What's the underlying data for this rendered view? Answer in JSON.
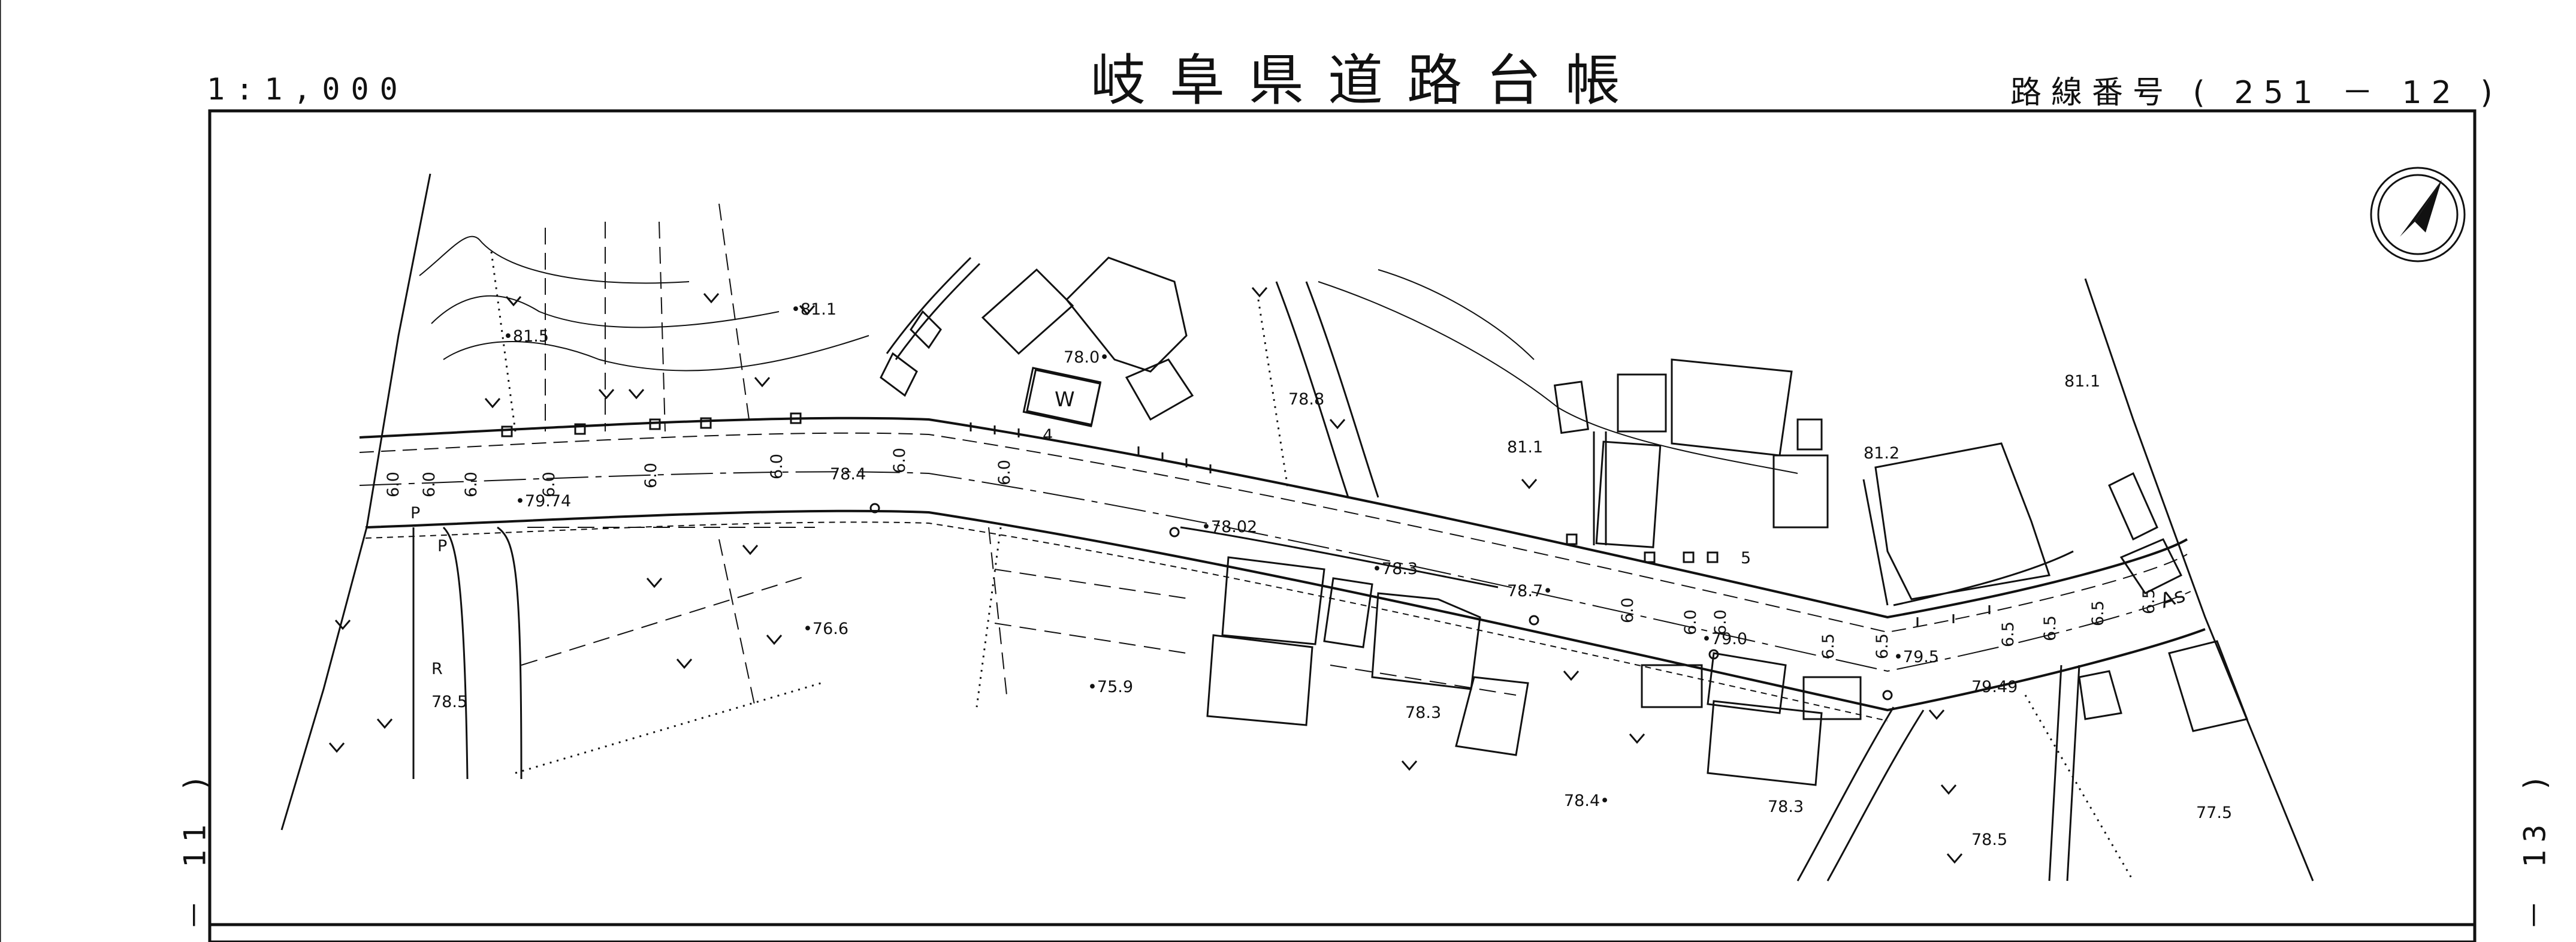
{
  "header": {
    "scale": "1:1,000",
    "title": "岐阜県道路台帳",
    "route_label": "路線番号",
    "route_number": "( 251 － 12 )"
  },
  "sheet_refs": {
    "left": "－ 11 )",
    "right": "－ 13 )"
  },
  "map": {
    "elevations": [
      {
        "id": "e1",
        "text": "•81.5"
      },
      {
        "id": "e2",
        "text": "•81.1"
      },
      {
        "id": "e3",
        "text": "78.0•"
      },
      {
        "id": "e4",
        "text": "78.8"
      },
      {
        "id": "e5",
        "text": "81.1"
      },
      {
        "id": "e6",
        "text": "81.1"
      },
      {
        "id": "e7",
        "text": "81.2"
      },
      {
        "id": "e8",
        "text": "•79.74"
      },
      {
        "id": "e9",
        "text": "78.4"
      },
      {
        "id": "e10",
        "text": "•78.02"
      },
      {
        "id": "e11",
        "text": "•78.3"
      },
      {
        "id": "e12",
        "text": "78.7•"
      },
      {
        "id": "e13",
        "text": "•79.0"
      },
      {
        "id": "e14",
        "text": "•79.5"
      },
      {
        "id": "e15",
        "text": "79.49"
      },
      {
        "id": "e16",
        "text": "•76.6"
      },
      {
        "id": "e17",
        "text": "•75.9"
      },
      {
        "id": "e18",
        "text": "78.5"
      },
      {
        "id": "e19",
        "text": "78.3"
      },
      {
        "id": "e20",
        "text": "78.4•"
      },
      {
        "id": "e21",
        "text": "78.3"
      },
      {
        "id": "e22",
        "text": "78.5"
      },
      {
        "id": "e23",
        "text": "77.5"
      }
    ],
    "widths": [
      "6.0",
      "6.0",
      "6.0",
      "6.0",
      "6.0",
      "6.0",
      "6.0",
      "6.0",
      "6.0",
      "6.0",
      "6.0",
      "6.5",
      "6.5",
      "6.5",
      "6.5",
      "6.5",
      "6.5"
    ],
    "labels": {
      "well": "W",
      "pavement": "As",
      "r_mark": "R",
      "p_mark": "P",
      "p_mark2": "P",
      "road_no": "4",
      "road_no2": "5"
    },
    "icons": {
      "north_arrow": "north-arrow-icon"
    }
  }
}
